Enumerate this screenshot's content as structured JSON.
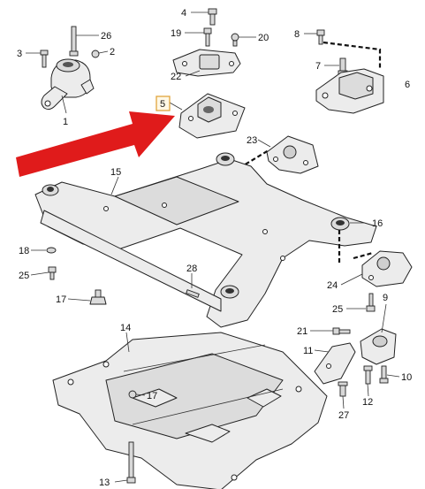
{
  "diagram": {
    "callouts": {
      "c1": "1",
      "c2": "2",
      "c3": "3",
      "c4": "4",
      "c5": "5",
      "c6": "6",
      "c7": "7",
      "c8": "8",
      "c9": "9",
      "c10": "10",
      "c11": "11",
      "c12": "12",
      "c13": "13",
      "c14": "14",
      "c15": "15",
      "c16": "16",
      "c17a": "17",
      "c17b": "17",
      "c18": "18",
      "c19": "19",
      "c20": "20",
      "c21": "21",
      "c22": "22",
      "c23": "23",
      "c24": "24",
      "c25a": "25",
      "c25b": "25",
      "c26": "26",
      "c27": "27",
      "c28": "28"
    },
    "highlighted_callout": "c5",
    "colors": {
      "arrow": "#e01b1b",
      "highlight_box": "#e0a43c",
      "line": "#222222",
      "part_fill": "#ececec"
    }
  }
}
